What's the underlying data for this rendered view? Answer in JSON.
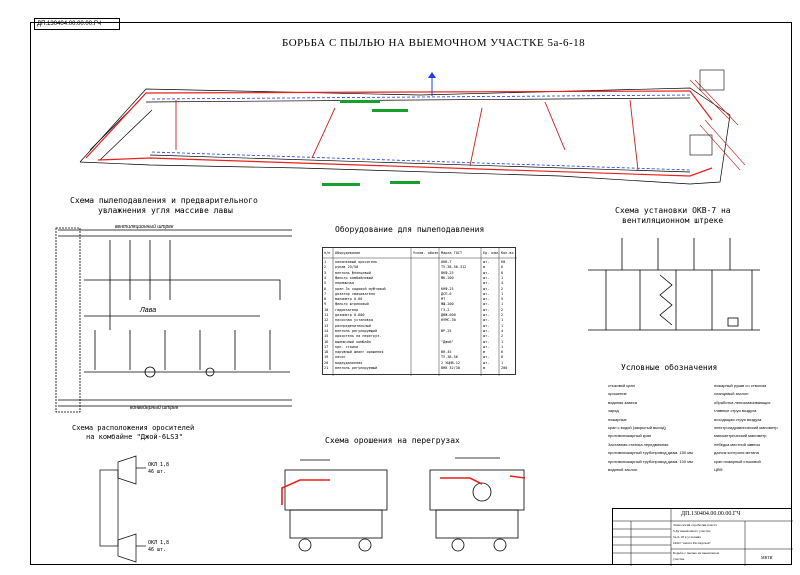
{
  "stamp": "ДП.130404.00.00.00.ГЧ",
  "main_title": "БОРЬБА  С  ПЫЛЬЮ  НА ВЫЕМОЧНОМ УЧАСТКЕ  5а-6-18",
  "scheme_dust": {
    "title_line1": "Схема пылеподавления и предварительного",
    "title_line2": "увлажнения угля массиве лавы",
    "top_drift": "вентиляционный штрек",
    "bottom_drift": "конвейерный штрек",
    "lava": "Лава"
  },
  "okv": {
    "title_line1": "Схема установки ОКВ-7 на",
    "title_line2": "вентиляционном штреке"
  },
  "equipment": {
    "title": "Оборудование для пылеподавления",
    "headers": [
      "п/п",
      "Оборудование",
      "Услов. обозн.",
      "Марка ГОСТ",
      "Ед. изм.",
      "Кол-во"
    ],
    "rows": [
      [
        "1",
        "колонковый ороситель",
        "",
        "ОКВ-7",
        "шт.",
        "60"
      ],
      [
        "2",
        "рукав 25/50",
        "",
        "ТУ-38-56-312",
        "м",
        "6"
      ],
      [
        "3",
        "вентиль флянцевый",
        "",
        "ВКФ-25",
        "шт.",
        "6"
      ],
      [
        "4",
        "фильтр комбайновый",
        "",
        "ФК-200",
        "шт.",
        "1"
      ],
      [
        "5",
        "перемычка",
        "",
        "",
        "шт.",
        "4"
      ],
      [
        "6",
        "кран 3х ходовой муфтовый",
        "",
        "КНФ-25",
        "шт.",
        "2"
      ],
      [
        "7",
        "дозатор смачивателя",
        "",
        "ДСП-6",
        "шт.",
        "1"
      ],
      [
        "8",
        "манометр 0-60",
        "",
        "МТ",
        "шт.",
        "5"
      ],
      [
        "9",
        "фильтр штрековый",
        "",
        "ФШ-200",
        "шт.",
        "1"
      ],
      [
        "10",
        "гидрозатвор",
        "",
        "ГЗ-2",
        "шт.",
        "2"
      ],
      [
        "11",
        "дозиметр 0-600",
        "",
        "ДВЖ-600",
        "шт.",
        "2"
      ],
      [
        "12",
        "насосная установка",
        "",
        "НУМС-30",
        "шт.",
        "1"
      ],
      [
        "13",
        "распределительный",
        "",
        "",
        "шт.",
        "1"
      ],
      [
        "14",
        "вентиль регулирующий",
        "",
        "ВР-25",
        "шт.",
        "4"
      ],
      [
        "15",
        "ороситель на перегруз.",
        "",
        "",
        "шт.",
        "2"
      ],
      [
        "16",
        "выемочный комбайн",
        "",
        "\"Джой\"",
        "шт.",
        "1"
      ],
      [
        "17",
        "крп. стоики",
        "",
        "",
        "шт.",
        "1"
      ],
      [
        "18",
        "наружный шланг орошения",
        "",
        "ВН-45",
        "м",
        "6"
      ],
      [
        "19",
        "насос",
        "",
        "ТУ-38-56",
        "шт.",
        "6"
      ],
      [
        "20",
        "водоудаленная",
        "",
        "2 УЦНВ-12",
        "шт.",
        "1"
      ],
      [
        "21",
        "вентиль регулируемый",
        "",
        "ВНВ 32/30",
        "м",
        "200"
      ]
    ]
  },
  "sprinklers": {
    "title_line1": "Схема расположения оросителей",
    "title_line2": "на комбайне  \"Джой-6LS3\"",
    "label1a": "ОКЛ 1,8",
    "label1b": "46 шт.",
    "label2a": "ОКЛ 1,8",
    "label2b": "46 шт."
  },
  "reloads": {
    "title": "Схема орошения на перегрузах"
  },
  "legend": {
    "title": "Условные обозначения",
    "left": [
      "стыковой кран",
      "орошение",
      "водяная завеса",
      "заряд",
      "пожарные",
      "кран с водой (закрытый выход)",
      "противопожарный кран",
      "Заставная статика передвижная",
      "противопожарный трубопровод диам. 150 мм",
      "противопожарный трубопровод диам. 100 мм",
      "водяной заслон"
    ],
    "right": [
      "пожарный рукав со стволом",
      "сланцевый заслон",
      "обработка легкосмачивающих",
      "главные струи воздуха",
      "исходящая струя воздуха",
      "электрогидравлический манометр",
      "манометрический манометр",
      "лебедка местной завесы",
      "датчик контроля метана",
      "кран пожарный стыковой",
      "ЦВФ"
    ]
  },
  "title_block": {
    "code": "ДП.130404.00.00.00.ГЧ",
    "desc_line1": "Технология отработки пласта",
    "desc_line2": "5-6у выемочного участка",
    "desc_line3": "5а-6-18 в условиях",
    "desc_line4": "ООО \"шахта Распадская\"",
    "sheet_name_line1": "Борьба с пылью на выемочном",
    "sheet_name_line2": "участке",
    "org": "МВТИ"
  }
}
